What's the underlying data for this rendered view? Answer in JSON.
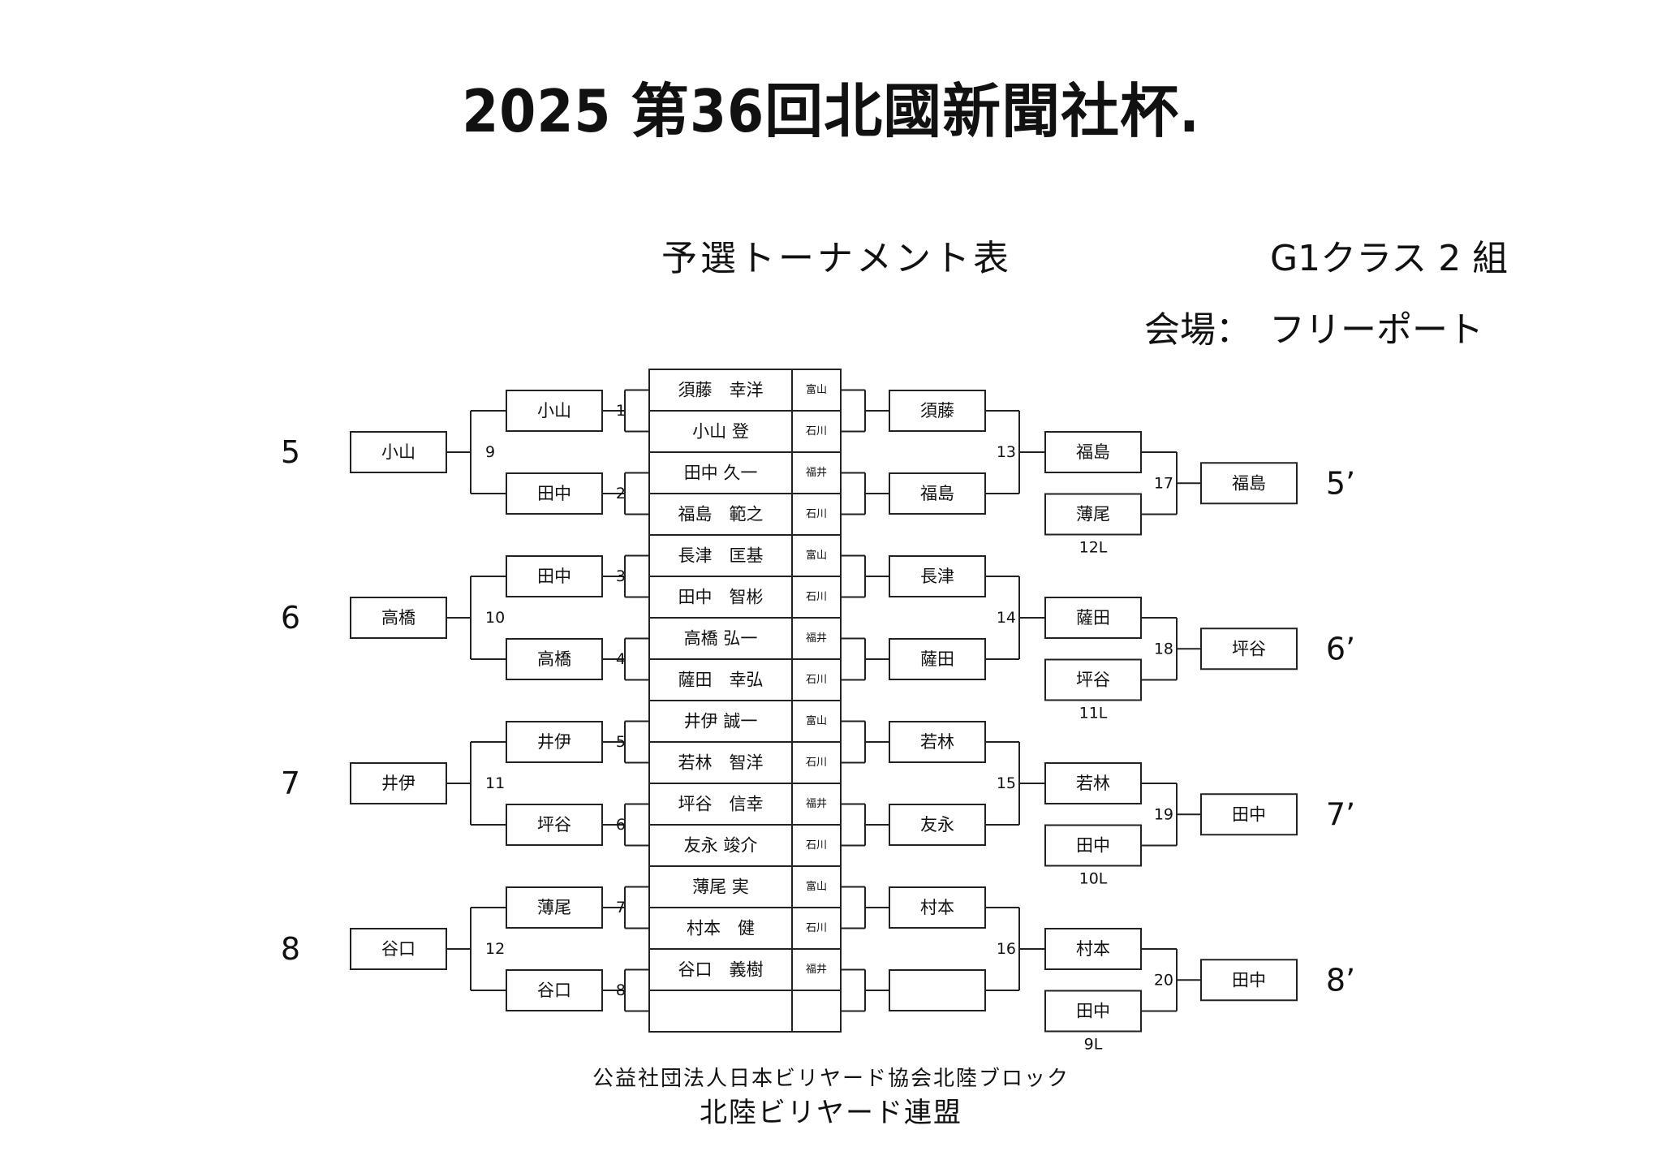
{
  "header": {
    "title": "2025 第36回北國新聞社杯.",
    "subtitle": "予選トーナメント表",
    "class_label": "G1クラス 2 組",
    "venue": "会場：　フリーポート"
  },
  "footer": {
    "org_line1": "公益社団法人日本ビリヤード協会北陸ブロック",
    "org_line2": "北陸ビリヤード連盟"
  },
  "players": [
    {
      "name": "須藤　幸洋",
      "pref": "富山"
    },
    {
      "name": "小山 登",
      "pref": "石川"
    },
    {
      "name": "田中 久一",
      "pref": "福井"
    },
    {
      "name": "福島　範之",
      "pref": "石川"
    },
    {
      "name": "長津　匡基",
      "pref": "富山"
    },
    {
      "name": "田中　智彬",
      "pref": "石川"
    },
    {
      "name": "高橋 弘一",
      "pref": "福井"
    },
    {
      "name": "薩田　幸弘",
      "pref": "石川"
    },
    {
      "name": "井伊 誠一",
      "pref": "富山"
    },
    {
      "name": "若林　智洋",
      "pref": "石川"
    },
    {
      "name": "坪谷　信幸",
      "pref": "福井"
    },
    {
      "name": "友永 竣介",
      "pref": "石川"
    },
    {
      "name": "薄尾 実",
      "pref": "富山"
    },
    {
      "name": "村本　健",
      "pref": "石川"
    },
    {
      "name": "谷口　義樹",
      "pref": "福井"
    },
    {
      "name": "",
      "pref": ""
    }
  ],
  "left_r1": {
    "matches": [
      "1",
      "2",
      "3",
      "4",
      "5",
      "6",
      "7",
      "8"
    ],
    "winners": [
      "小山",
      "田中",
      "田中",
      "高橋",
      "井伊",
      "坪谷",
      "薄尾",
      "谷口"
    ]
  },
  "left_r2": {
    "matches": [
      "9",
      "10",
      "11",
      "12"
    ],
    "winners": [
      "小山",
      "高橋",
      "井伊",
      "谷口"
    ],
    "seeds": [
      "5",
      "6",
      "7",
      "8"
    ]
  },
  "right_r1": {
    "winners": [
      "須藤",
      "福島",
      "長津",
      "薩田",
      "若林",
      "友永",
      "村本",
      ""
    ]
  },
  "right_r2": {
    "matches": [
      "13",
      "14",
      "15",
      "16"
    ],
    "winners": [
      "福島",
      "薩田",
      "若林",
      "村本"
    ],
    "losers_in": [
      "薄尾",
      "坪谷",
      "田中",
      "田中"
    ],
    "loser_codes": [
      "12L",
      "11L",
      "10L",
      "9L"
    ]
  },
  "right_r3": {
    "matches": [
      "17",
      "18",
      "19",
      "20"
    ],
    "winners": [
      "福島",
      "坪谷",
      "田中",
      "田中"
    ],
    "seeds": [
      "5’",
      "6’",
      "7’",
      "8’"
    ]
  }
}
